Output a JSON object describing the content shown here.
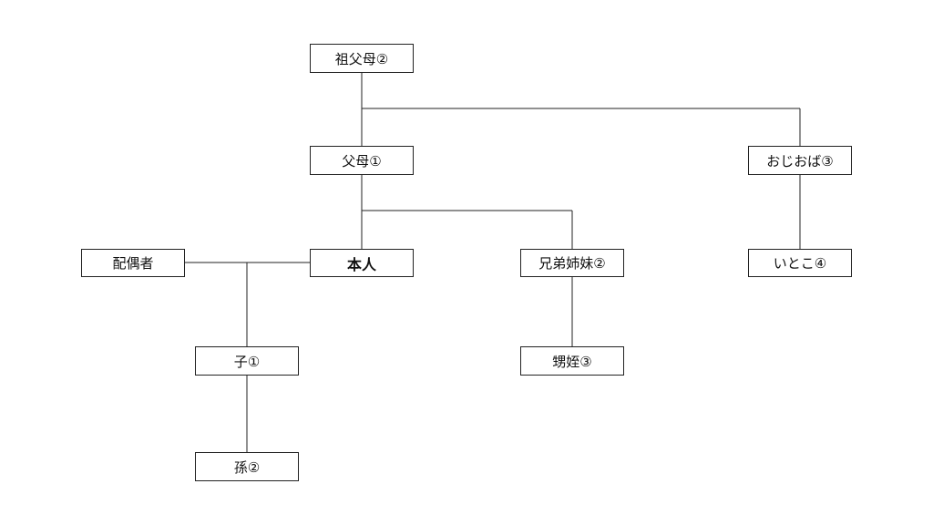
{
  "diagram": {
    "nodes": {
      "grandparents": "祖父母②",
      "parents": "父母①",
      "uncles_aunts": "おじおば③",
      "spouse": "配偶者",
      "self": "本人",
      "siblings": "兄弟姉妹②",
      "cousins": "いとこ④",
      "children": "子①",
      "nephews_nieces": "甥姪③",
      "grandchildren": "孫②"
    }
  }
}
